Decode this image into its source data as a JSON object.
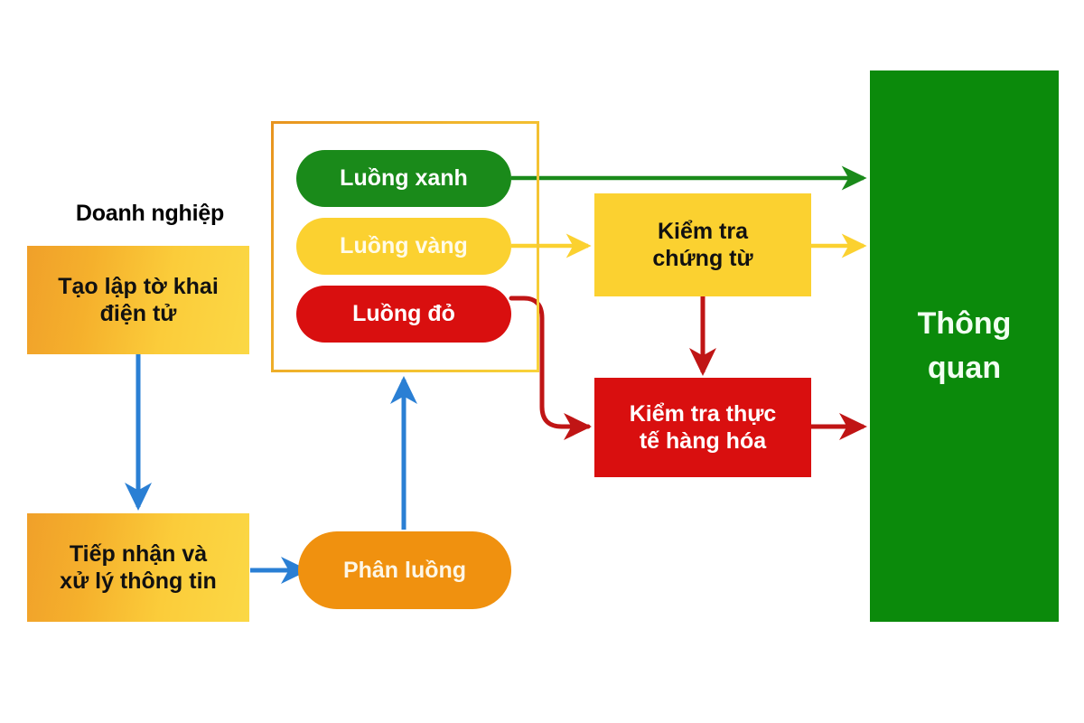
{
  "diagram": {
    "title_heading": "Doanh nghiệp",
    "background": "#ffffff",
    "colors": {
      "blue_arrow": "#2a7fd4",
      "green": "#1a8a1a",
      "clearance_green": "#0b8a0b",
      "yellow": "#fbd130",
      "red": "#d90f0f",
      "orange": "#f0910f",
      "frame_border": "#e8a92a",
      "gradient_start": "#f0a02a",
      "gradient_end": "#fbd845"
    },
    "nodes": {
      "create_declaration": "Tạo lập tờ khai điện tử",
      "receive_process": "Tiếp nhận và xử lý thông tin",
      "classify": "Phân luồng",
      "lane_green": "Luồng xanh",
      "lane_yellow": "Luồng vàng",
      "lane_red": "Luồng đỏ",
      "check_documents": "Kiểm tra chứng từ",
      "check_goods": "Kiểm tra thực tế hàng hóa",
      "clearance": "Thông quan"
    },
    "node_lines": {
      "create_declaration": [
        "Tạo lập tờ khai",
        "điện tử"
      ],
      "receive_process": [
        "Tiếp nhận và",
        "xử lý thông tin"
      ],
      "check_documents": [
        "Kiểm tra",
        "chứng từ"
      ],
      "check_goods": [
        "Kiểm tra thực",
        "tế hàng hóa"
      ],
      "clearance": [
        "Thông",
        "quan"
      ]
    },
    "edges": [
      {
        "from": "create_declaration",
        "to": "receive_process",
        "color": "#2a7fd4",
        "direction": "down"
      },
      {
        "from": "receive_process",
        "to": "classify",
        "color": "#2a7fd4",
        "direction": "right"
      },
      {
        "from": "classify",
        "to": "lane_container",
        "color": "#2a7fd4",
        "direction": "up"
      },
      {
        "from": "lane_green",
        "to": "clearance",
        "color": "#1a8a1a",
        "direction": "right"
      },
      {
        "from": "lane_yellow",
        "to": "check_documents",
        "color": "#fbd130",
        "direction": "right"
      },
      {
        "from": "lane_red",
        "to": "check_goods",
        "color": "#c01515",
        "direction": "elbow-down-right"
      },
      {
        "from": "check_documents",
        "to": "check_goods",
        "color": "#c01515",
        "direction": "down"
      },
      {
        "from": "check_documents",
        "to": "clearance",
        "color": "#fbd130",
        "direction": "right"
      },
      {
        "from": "check_goods",
        "to": "clearance",
        "color": "#c01515",
        "direction": "right"
      }
    ]
  }
}
